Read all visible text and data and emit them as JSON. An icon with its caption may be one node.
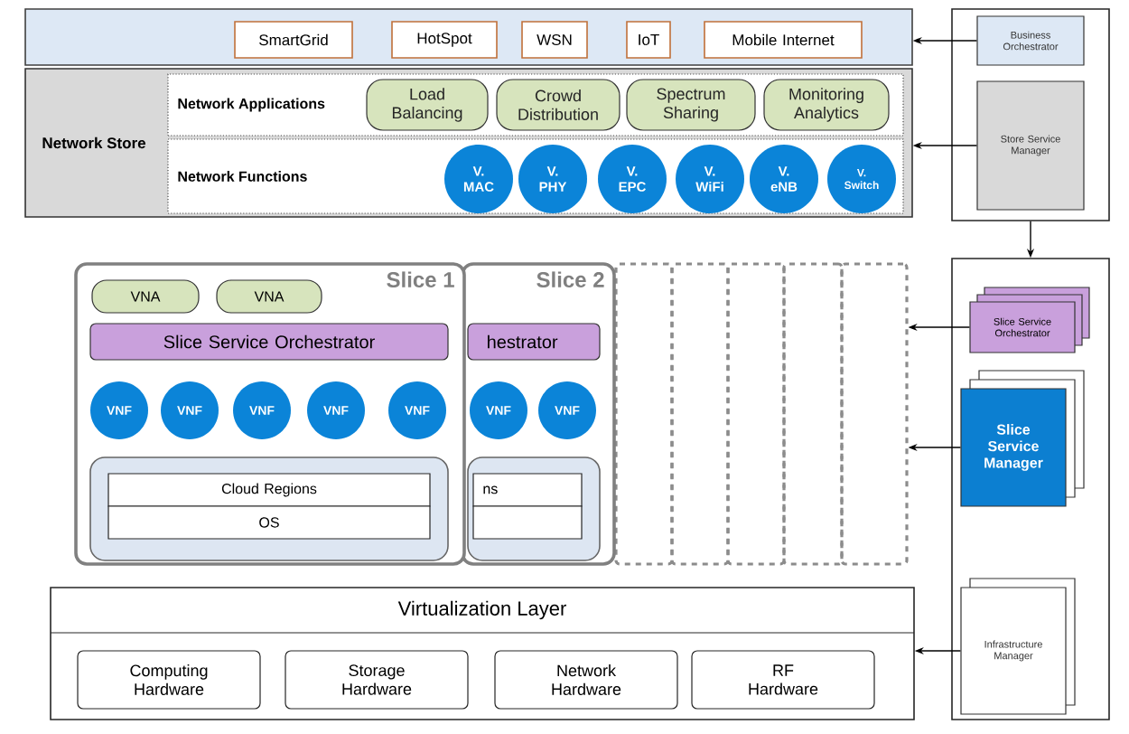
{
  "diagram": {
    "nodes": [
      {
        "text": [],
        "shape": "box"
      },
      {
        "text": [
          "SmartGrid"
        ],
        "in": 0
      },
      {
        "text": [
          "HotSpot"
        ],
        "in": 0
      },
      {
        "text": [
          "WSN"
        ],
        "in": 0
      },
      {
        "text": [
          "IoT"
        ],
        "in": 0
      },
      {
        "text": [
          "Mobile Internet"
        ],
        "in": 0
      },
      {
        "text": [
          "Network Store"
        ]
      },
      {
        "text": [
          "Network Applications"
        ],
        "in": 6
      },
      {
        "text": [
          "Load Balancing"
        ],
        "in": 7
      },
      {
        "text": [
          "Crowd Distribution"
        ],
        "in": 7
      },
      {
        "text": [
          "Spectrum Sharing"
        ],
        "in": 7
      },
      {
        "text": [
          "Monitoring Analytics"
        ],
        "in": 7
      },
      {
        "text": [
          "Network Functions"
        ],
        "in": 6
      },
      {
        "text": [
          "V. MAC"
        ],
        "in": 12
      },
      {
        "text": [
          "V. PHY"
        ],
        "in": 12
      },
      {
        "text": [
          "V. EPC"
        ],
        "in": 12
      },
      {
        "text": [
          "V. WiFi"
        ],
        "in": 12
      },
      {
        "text": [
          "V. eNB"
        ],
        "in": 12
      },
      {
        "text": [
          "V. Switch"
        ],
        "in": 12
      },
      {
        "text": [
          "Slice 1"
        ]
      },
      {
        "text": [
          "VNA"
        ],
        "in": 19
      },
      {
        "text": [
          "VNA"
        ],
        "in": 19
      },
      {
        "text": [
          "Slice Service Orchestrator"
        ],
        "in": 19
      },
      {
        "text": [
          "VNF"
        ],
        "in": 19
      },
      {
        "text": [
          "VNF"
        ],
        "in": 19
      },
      {
        "text": [
          "VNF"
        ],
        "in": 19
      },
      {
        "text": [
          "VNF"
        ],
        "in": 19
      },
      {
        "text": [
          "VNF"
        ],
        "in": 19
      },
      {
        "text": [],
        "shape": "box",
        "in": 19
      },
      {
        "text": [
          "Cloud Regions"
        ],
        "in": 28
      },
      {
        "text": [
          "OS"
        ],
        "in": 28
      },
      {
        "text": [
          "Slice 2"
        ]
      },
      {
        "text": [
          "hestrator"
        ],
        "in": 31
      },
      {
        "text": [
          "VNF"
        ],
        "in": 31
      },
      {
        "text": [
          "VNF"
        ],
        "in": 31
      },
      {
        "text": [],
        "shape": "box",
        "in": 31
      },
      {
        "text": [
          "ns"
        ],
        "in": 35
      },
      {
        "text": [],
        "shape": "box",
        "in": 35
      },
      {
        "text": [],
        "shape": "box"
      },
      {
        "text": [],
        "shape": "box"
      },
      {
        "text": [],
        "shape": "box"
      },
      {
        "text": [],
        "shape": "box"
      },
      {
        "text": [],
        "shape": "box"
      },
      {
        "text": [
          "Virtualization Layer"
        ]
      },
      {
        "text": [
          "Computing Hardware"
        ],
        "in": 43
      },
      {
        "text": [
          "Storage Hardware"
        ],
        "in": 43
      },
      {
        "text": [
          "Network Hardware"
        ],
        "in": 43
      },
      {
        "text": [
          "RF Hardware"
        ],
        "in": 43
      },
      {
        "text": [],
        "shape": "box"
      },
      {
        "text": [
          "Business Orchestrator"
        ],
        "in": 48
      },
      {
        "text": [
          "Store Service Manager"
        ],
        "in": 48
      },
      {
        "text": [],
        "shape": "box"
      },
      {
        "text": [
          "Slice Service Orchestrator"
        ],
        "in": 51
      },
      {
        "text": [
          "Slice Service Manager"
        ],
        "in": 51
      },
      {
        "text": [
          "Infrastructure Manager"
        ],
        "in": 51
      }
    ],
    "edges": [
      {
        "from": 49,
        "to": 0,
        "arrow": "to"
      },
      {
        "from": 50,
        "to": 6,
        "arrow": "to"
      },
      {
        "from": 48,
        "to": 51,
        "arrow": "to"
      },
      {
        "from": 52,
        "to": 42,
        "arrow": "to"
      },
      {
        "from": 53,
        "to": 42,
        "arrow": "to"
      },
      {
        "from": 54,
        "to": 43,
        "arrow": "to"
      }
    ]
  }
}
